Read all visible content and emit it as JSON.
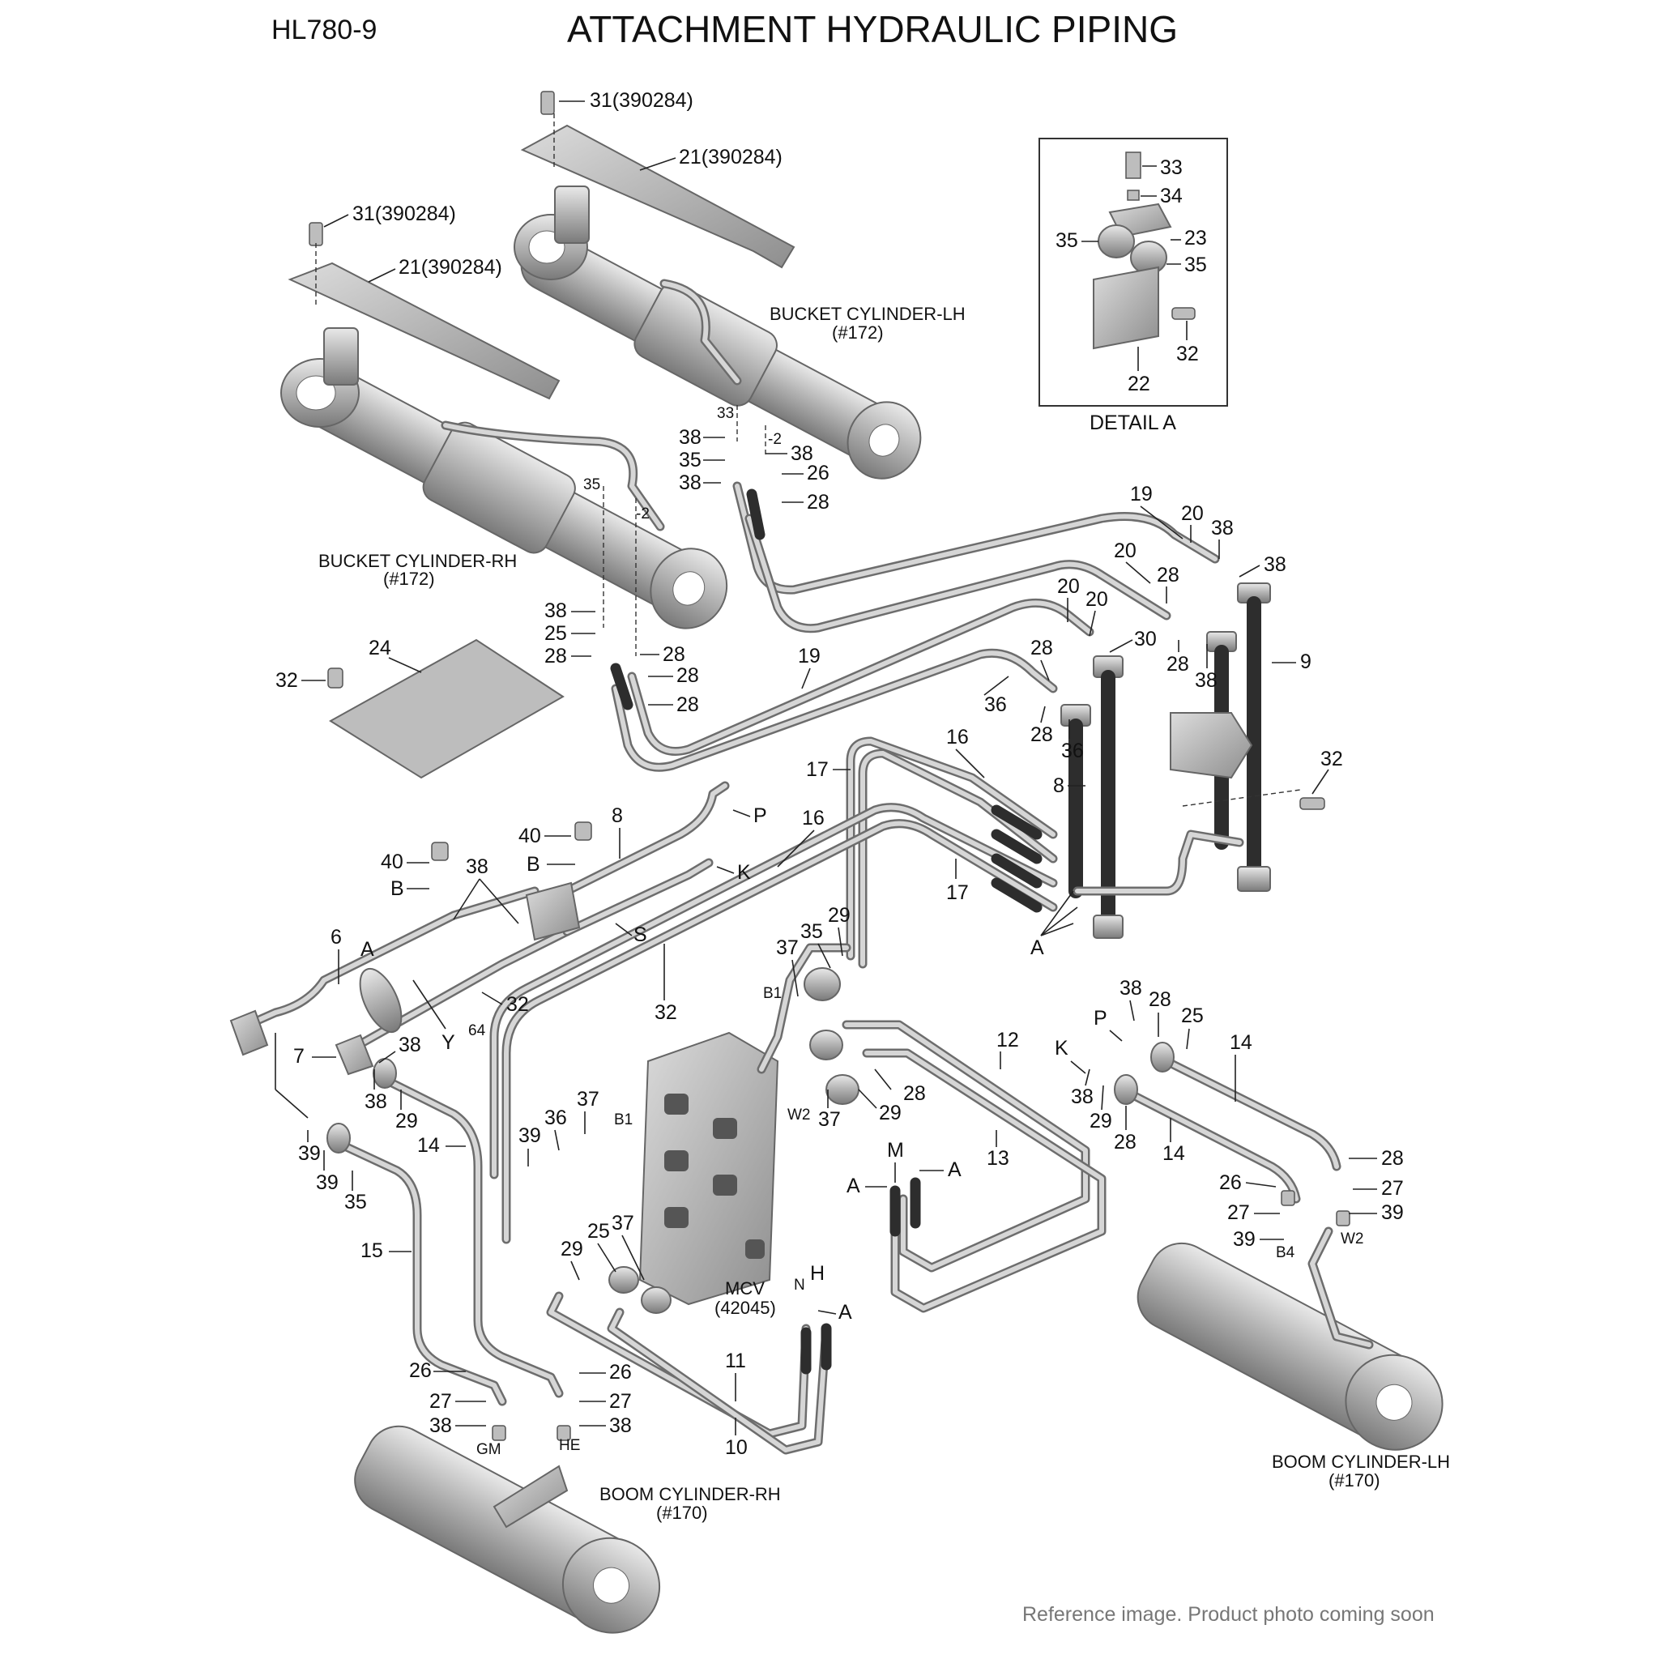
{
  "header": {
    "model": "HL780-9",
    "title": "ATTACHMENT HYDRAULIC PIPING"
  },
  "components": {
    "bucket_rh": [
      "BUCKET CYLINDER-RH",
      "(#172)"
    ],
    "bucket_lh": [
      "BUCKET CYLINDER-LH",
      "(#172)"
    ],
    "boom_rh": [
      "BOOM CYLINDER-RH",
      "(#170)"
    ],
    "boom_lh": [
      "BOOM CYLINDER-LH",
      "(#170)"
    ],
    "mcv": [
      "MCV",
      "(42045)"
    ]
  },
  "detail": {
    "title": "DETAIL A",
    "labels": [
      "33",
      "34",
      "35",
      "23",
      "35",
      "32",
      "22"
    ]
  },
  "footer": {
    "note": "Reference image. Product photo coming soon"
  },
  "callouts": [
    "31(390284)",
    "21(390284)",
    "31(390284)",
    "21(390284)",
    "33",
    "-2",
    "38",
    "35",
    "38",
    "38",
    "26",
    "28",
    "35",
    "-2",
    "38",
    "25",
    "28",
    "28",
    "28",
    "28",
    "19",
    "20",
    "38",
    "38",
    "20",
    "28",
    "20",
    "20",
    "30",
    "28",
    "38",
    "9",
    "28",
    "36",
    "28",
    "36",
    "19",
    "24",
    "32",
    "16",
    "17",
    "8",
    "32",
    "16",
    "17",
    "A",
    "8",
    "P",
    "K",
    "40",
    "B",
    "40",
    "B",
    "38",
    "S",
    "32",
    "6",
    "A",
    "32",
    "Y",
    "64",
    "7",
    "38",
    "37",
    "35",
    "29",
    "B1",
    "12",
    "28",
    "29",
    "37",
    "W2",
    "13",
    "38",
    "29",
    "14",
    "39",
    "36",
    "37",
    "B1",
    "39",
    "39",
    "35",
    "M",
    "A",
    "A",
    "15",
    "29",
    "25",
    "37",
    "MCV",
    "N",
    "H",
    "A",
    "11",
    "10",
    "26",
    "27",
    "38",
    "26",
    "27",
    "38",
    "38",
    "28",
    "25",
    "P",
    "14",
    "K",
    "38",
    "29",
    "28",
    "14",
    "28",
    "26",
    "27",
    "27",
    "39",
    "39",
    "B4",
    "W2",
    "GM",
    "HE"
  ]
}
